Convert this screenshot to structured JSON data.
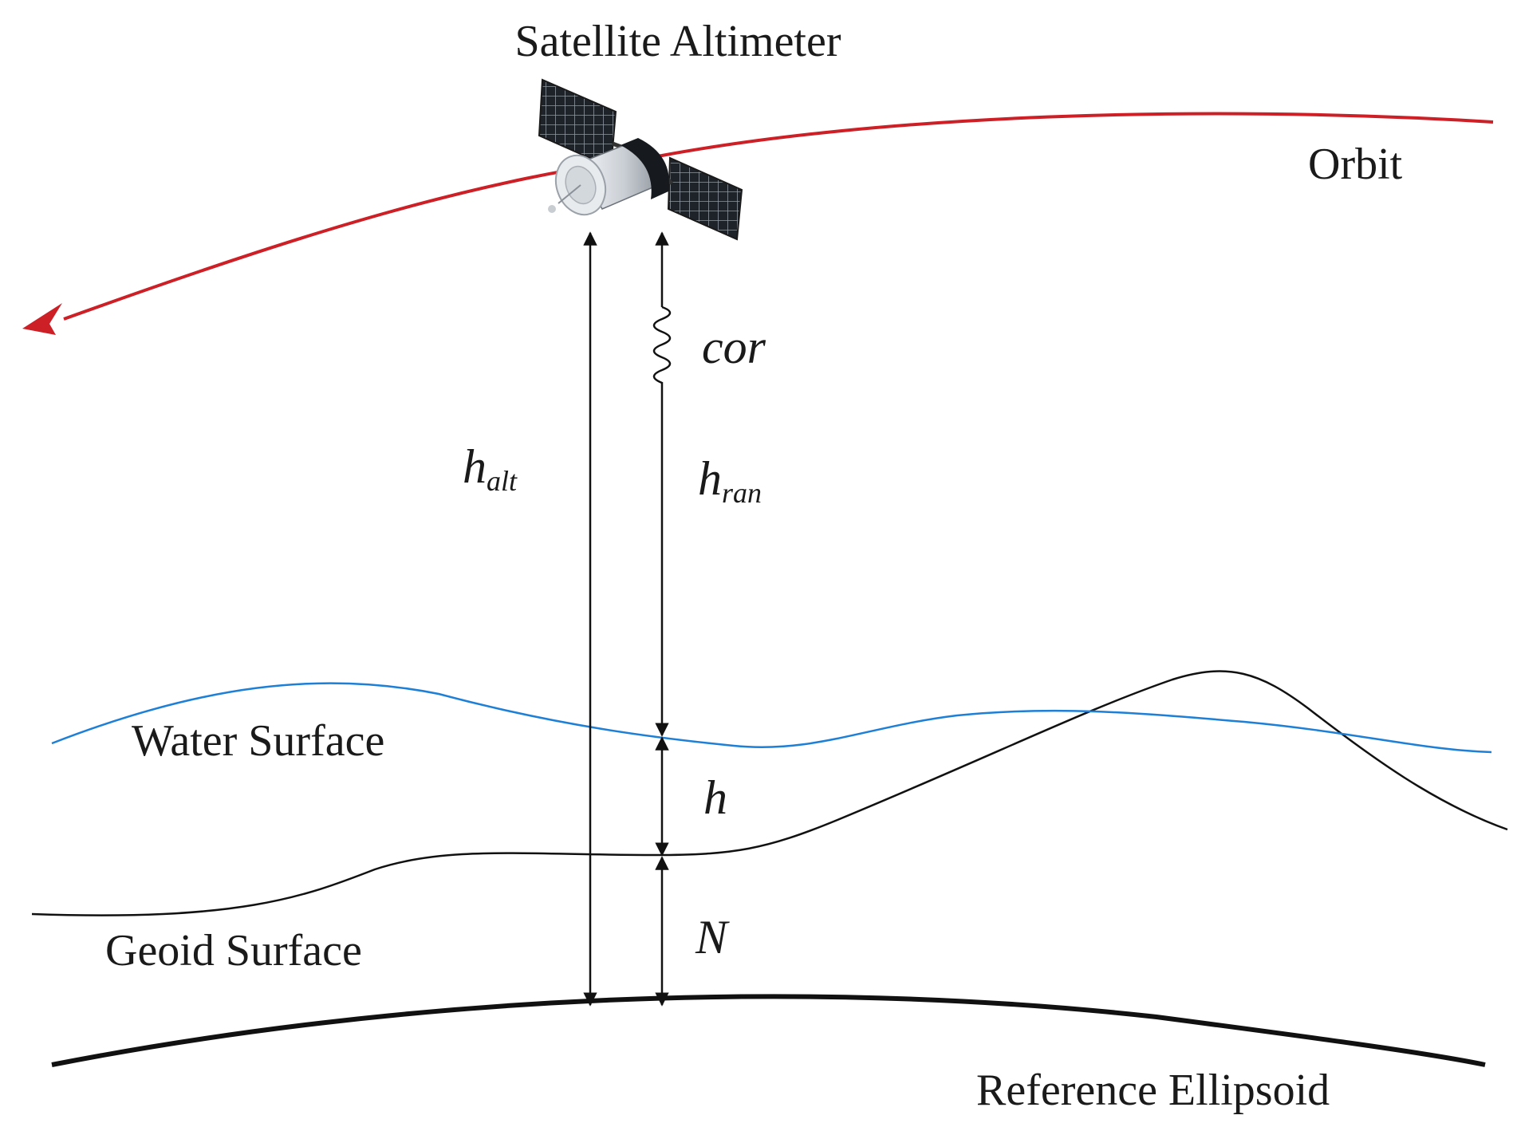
{
  "labels": {
    "satellite": "Satellite Altimeter",
    "orbit": "Orbit",
    "water_surface": "Water Surface",
    "geoid_surface": "Geoid Surface",
    "reference_ellipsoid": "Reference Ellipsoid",
    "cor": "cor",
    "h_alt_base": "h",
    "h_alt_sub": "alt",
    "h_ran_base": "h",
    "h_ran_sub": "ran",
    "h": "h",
    "N": "N"
  },
  "colors": {
    "orbit": "#cc1f26",
    "water": "#1e7fd6",
    "geoid": "#111111",
    "ellipsoid": "#111111",
    "arrows": "#111111"
  },
  "icons": {
    "satellite": "satellite-icon"
  }
}
